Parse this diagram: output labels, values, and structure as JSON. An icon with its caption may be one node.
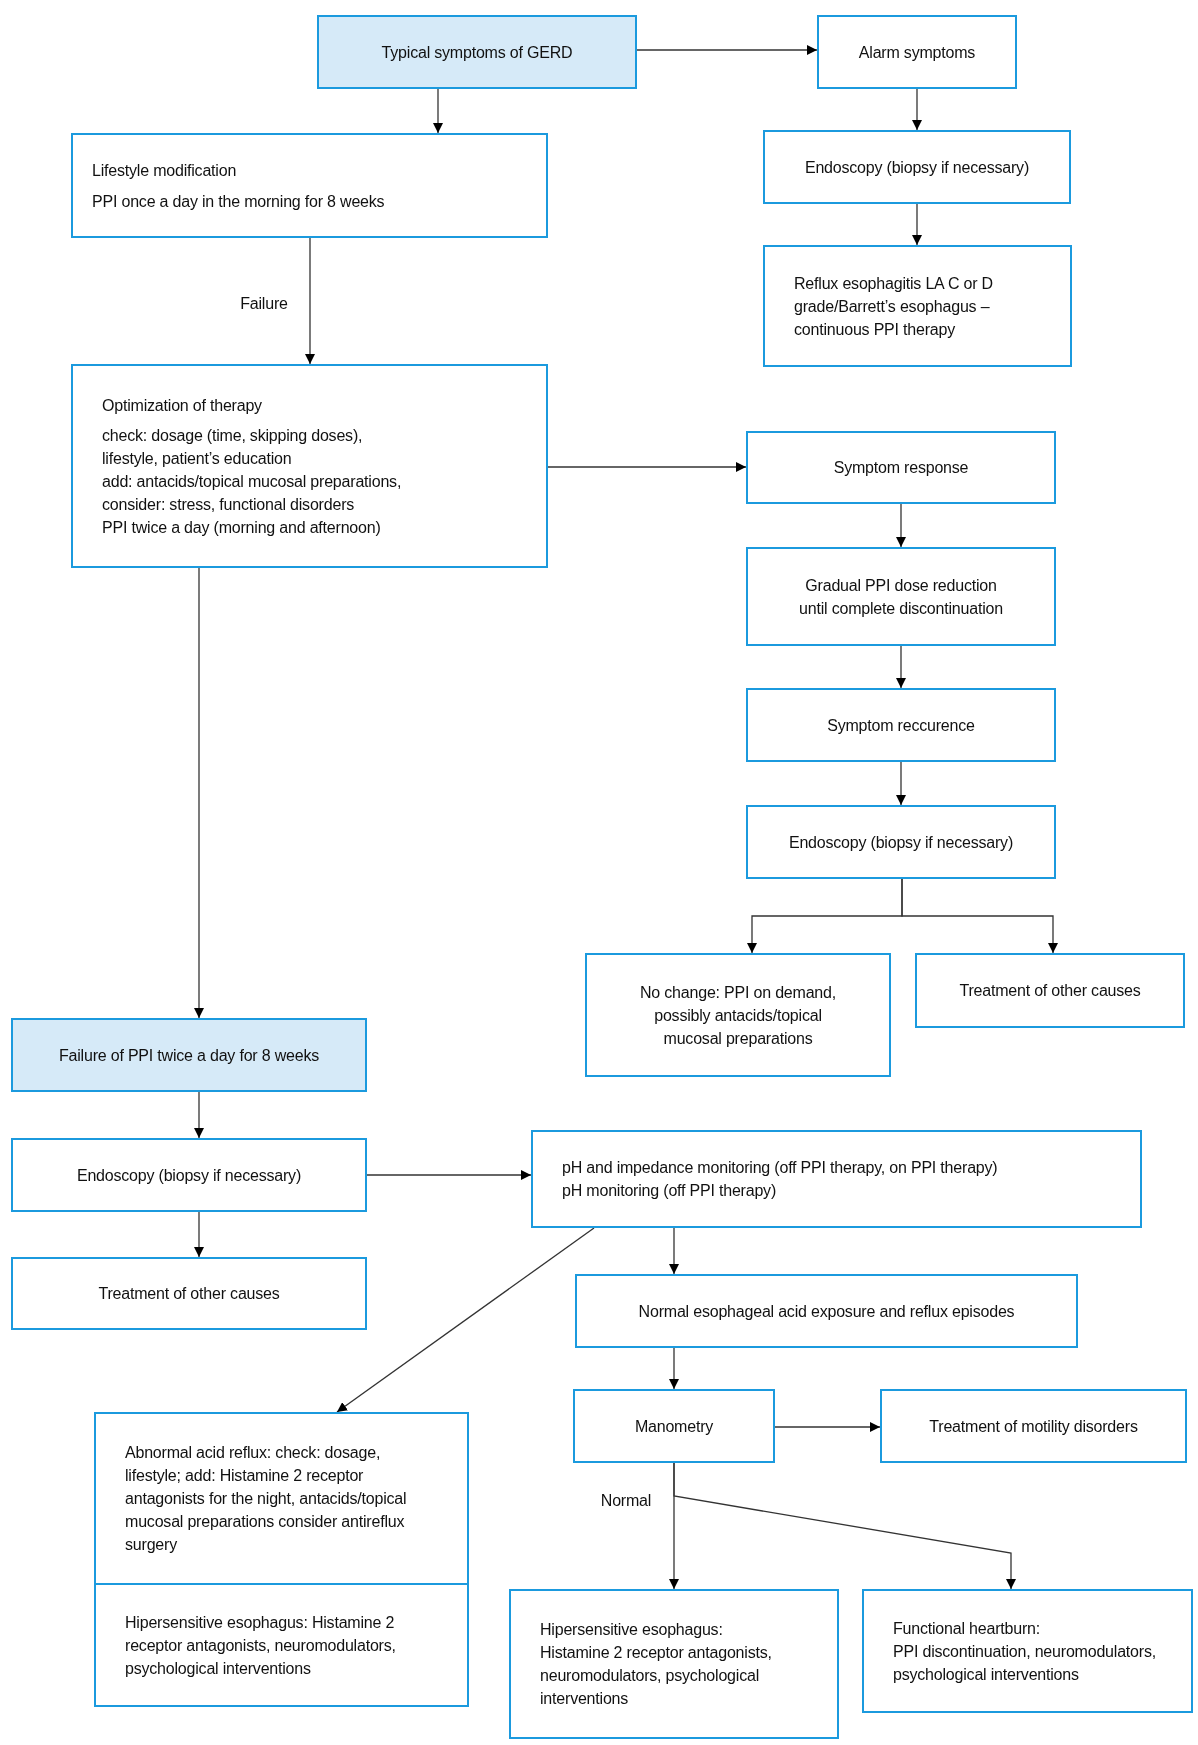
{
  "diagram": {
    "nodes": [
      {
        "text": [
          "Typical symptoms of GERD"
        ]
      },
      {
        "text": [
          "Alarm symptoms"
        ]
      },
      {
        "text": [
          "Lifestyle modification",
          "PPI once a day in the morning for 8 weeks"
        ]
      },
      {
        "text": [
          "Endoscopy (biopsy if necessary)"
        ]
      },
      {
        "text": [
          "Reflux esophagitis LA C or D grade/Barrett’s esophagus – continuous PPI therapy"
        ]
      },
      {
        "text": [
          "Optimization of therapy",
          "check: dosage (time, skipping doses), lifestyle, patient’s education",
          "add: antacids/topical mucosal preparations,",
          "consider: stress, functional disorders",
          "PPI twice a day (morning and afternoon)"
        ]
      },
      {
        "text": [
          "Symptom response"
        ]
      },
      {
        "text": [
          "Gradual PPI dose reduction until complete discontinuation"
        ]
      },
      {
        "text": [
          "Symptom reccurence"
        ]
      },
      {
        "text": [
          "Endoscopy (biopsy if necessary)"
        ]
      },
      {
        "text": [
          "No change: PPI on demand, possibly antacids/topical mucosal preparations"
        ]
      },
      {
        "text": [
          "Treatment of other causes"
        ]
      },
      {
        "text": [
          "Failure of PPI twice a day for 8 weeks"
        ]
      },
      {
        "text": [
          "Endoscopy (biopsy if necessary)"
        ]
      },
      {
        "text": [
          "pH and impedance monitoring (off PPI therapy, on PPI therapy)",
          "pH monitoring (off PPI therapy)"
        ]
      },
      {
        "text": [
          "Treatment of other causes"
        ]
      },
      {
        "text": [
          "Normal esophageal acid exposure and reflux episodes"
        ]
      },
      {
        "text": [
          "Abnormal acid reflux: check: dosage, lifestyle; add: Histamine 2 receptor antagonists for the night, antacids/topical mucosal preparations consider antireflux surgery"
        ]
      },
      {
        "text": [
          "Manometry"
        ]
      },
      {
        "text": [
          "Treatment of motility disorders"
        ]
      },
      {
        "text": [
          "Hipersensitive esophagus: Histamine 2 receptor antagonists, neuromodulators, psychological interventions"
        ]
      },
      {
        "text": [
          "Hipersensitive esophagus:",
          "Histamine 2 receptor antagonists, neuromodulators, psychological interventions"
        ]
      },
      {
        "text": [
          "Functional heartburn:",
          "PPI discontinuation, neuromodulators, psychological interventions"
        ]
      }
    ],
    "edges": [
      {
        "from": 0,
        "to": 1,
        "arrow": "to"
      },
      {
        "from": 0,
        "to": 2,
        "arrow": "to"
      },
      {
        "from": 1,
        "to": 3,
        "arrow": "to"
      },
      {
        "from": 2,
        "to": 5,
        "arrow": "to",
        "label": "Failure"
      },
      {
        "from": 3,
        "to": 4,
        "arrow": "to"
      },
      {
        "from": 5,
        "to": 6,
        "arrow": "to"
      },
      {
        "from": 5,
        "to": 12,
        "arrow": "to"
      },
      {
        "from": 6,
        "to": 7,
        "arrow": "to"
      },
      {
        "from": 7,
        "to": 8,
        "arrow": "to"
      },
      {
        "from": 8,
        "to": 9,
        "arrow": "to"
      },
      {
        "from": 9,
        "to": 10,
        "arrow": "to"
      },
      {
        "from": 9,
        "to": 11,
        "arrow": "to"
      },
      {
        "from": 12,
        "to": 13,
        "arrow": "to"
      },
      {
        "from": 13,
        "to": 15,
        "arrow": "to"
      },
      {
        "from": 13,
        "to": 14,
        "arrow": "to"
      },
      {
        "from": 14,
        "to": 17,
        "arrow": "to"
      },
      {
        "from": 14,
        "to": 16,
        "arrow": "to"
      },
      {
        "from": 16,
        "to": 18,
        "arrow": "to"
      },
      {
        "from": 18,
        "to": 19,
        "arrow": "to"
      },
      {
        "from": 18,
        "to": 21,
        "arrow": "to",
        "label": "Normal"
      },
      {
        "from": 18,
        "to": 22,
        "arrow": "to"
      }
    ]
  }
}
